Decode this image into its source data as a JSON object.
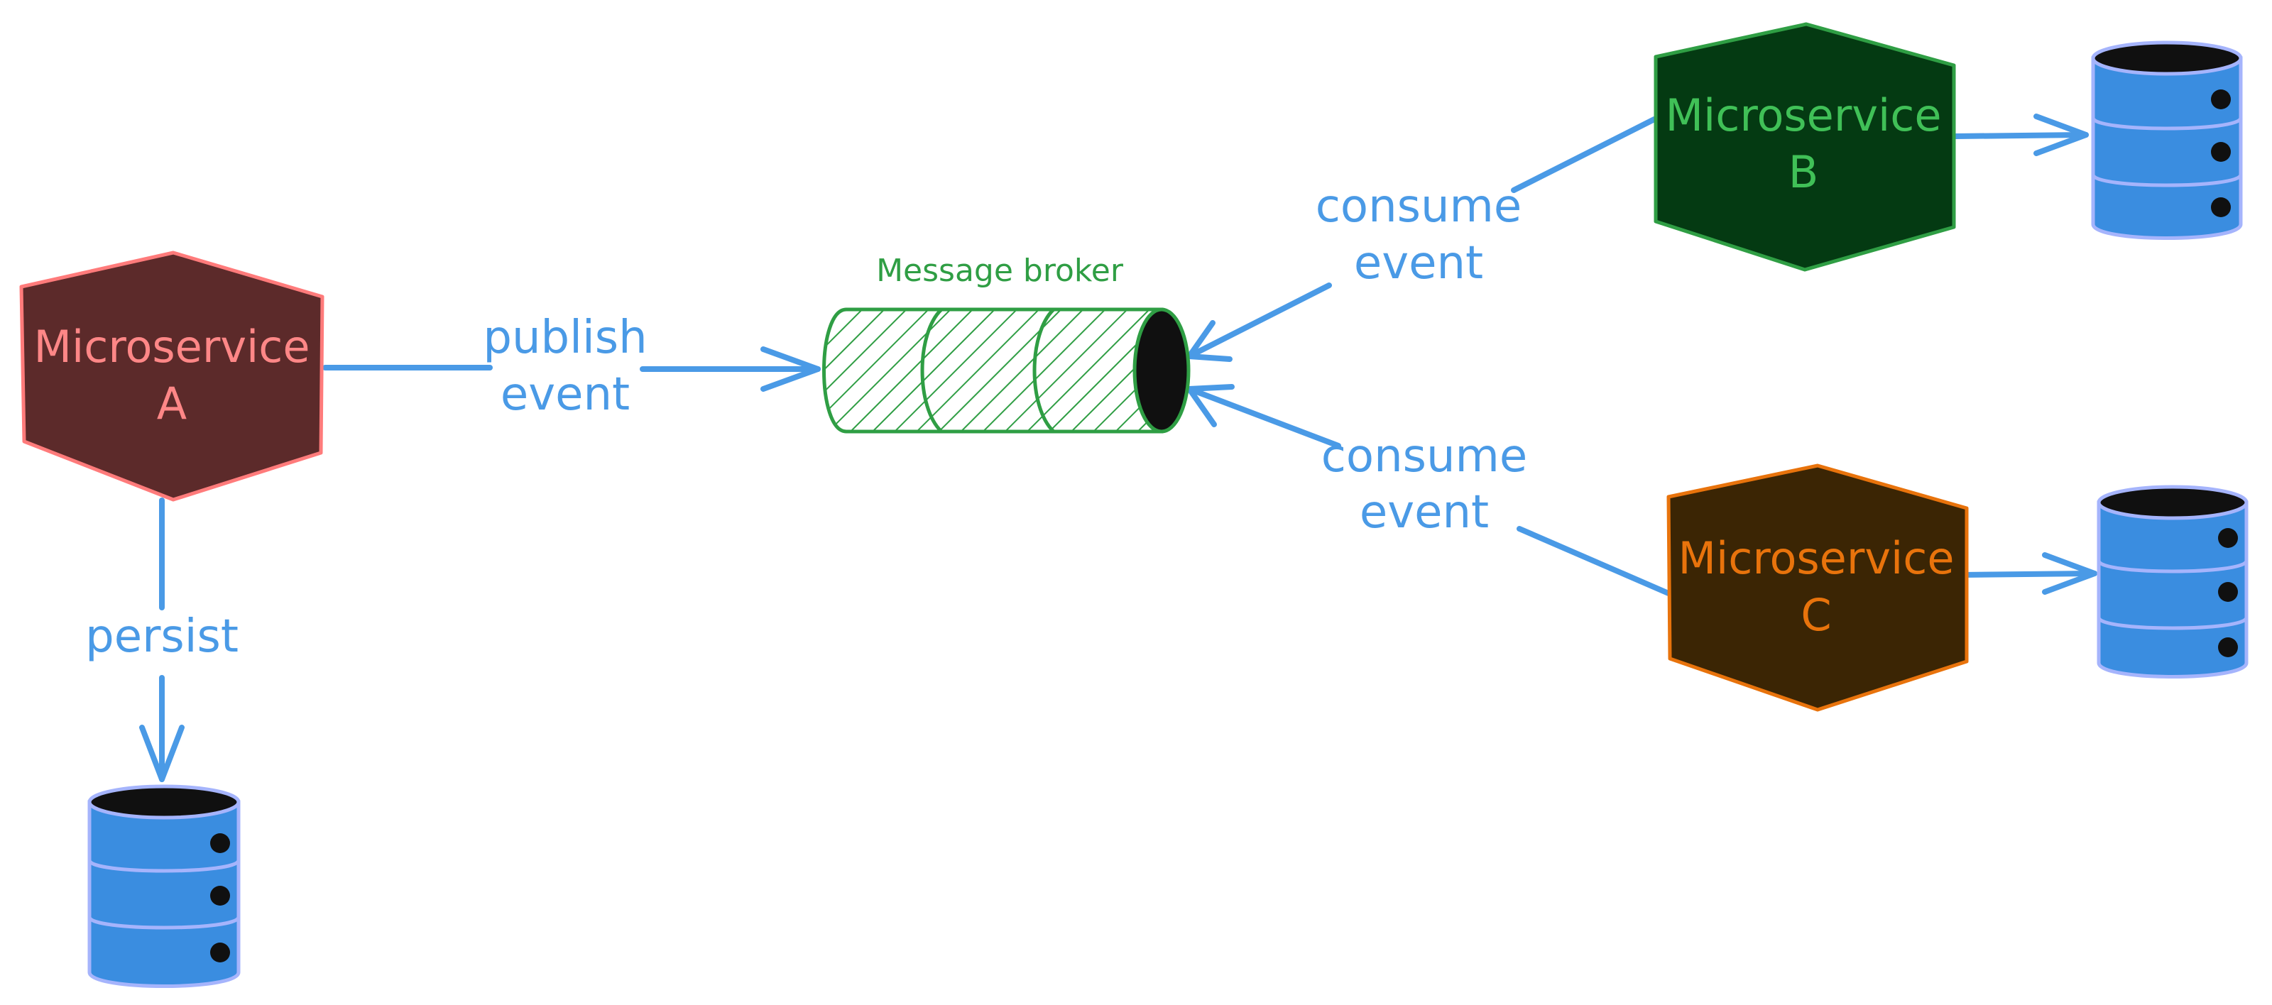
{
  "nodes": {
    "service_a": {
      "line1": "Microservice",
      "line2": "A",
      "fill": "#5c2a2a",
      "stroke": "#ff7b7b",
      "text_color": "#ff8787"
    },
    "service_b": {
      "line1": "Microservice",
      "line2": "B",
      "fill": "#043a12",
      "stroke": "#2f9e44",
      "text_color": "#40c057"
    },
    "service_c": {
      "line1": "Microservice",
      "line2": "C",
      "fill": "#3b2504",
      "stroke": "#e8730c",
      "text_color": "#e8730c"
    },
    "broker": {
      "label": "Message broker",
      "color": "#2f9e44"
    }
  },
  "edges": {
    "publish": {
      "line1": "publish",
      "line2": "event"
    },
    "consume_b": {
      "line1": "consume",
      "line2": "event"
    },
    "consume_c": {
      "line1": "consume",
      "line2": "event"
    },
    "persist": {
      "label": "persist"
    }
  },
  "colors": {
    "edge": "#4a9ae6",
    "database": "#3a8de0",
    "database_outline": "#a5b4fc"
  },
  "icons": {
    "database": "database-icon",
    "queue": "queue-cylinder-icon"
  }
}
